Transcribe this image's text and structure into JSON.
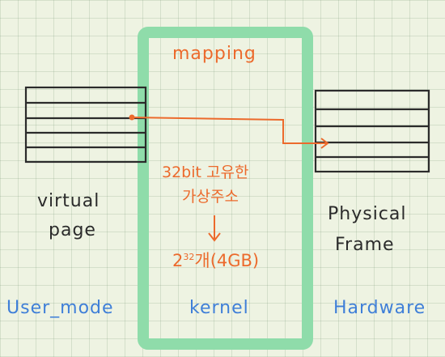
{
  "diagram": {
    "kernel_label": "mapping",
    "left_label_line1": "virtual",
    "left_label_line2": "page",
    "right_label_line1": "Physical",
    "right_label_line2": "Frame",
    "note_line1": "32bit 고유한",
    "note_line2": "가상주소",
    "note_arrow": "↓",
    "note_base": "2",
    "note_exp": "32",
    "note_tail": "개(4GB)",
    "mode_user": "User_mode",
    "mode_kernel": "kernel",
    "mode_hw": "Hardware"
  },
  "colors": {
    "ink": "#2b2b2b",
    "orange": "#ec6a2c",
    "blue": "#3f7fd8",
    "green": "#8fdcaa"
  }
}
